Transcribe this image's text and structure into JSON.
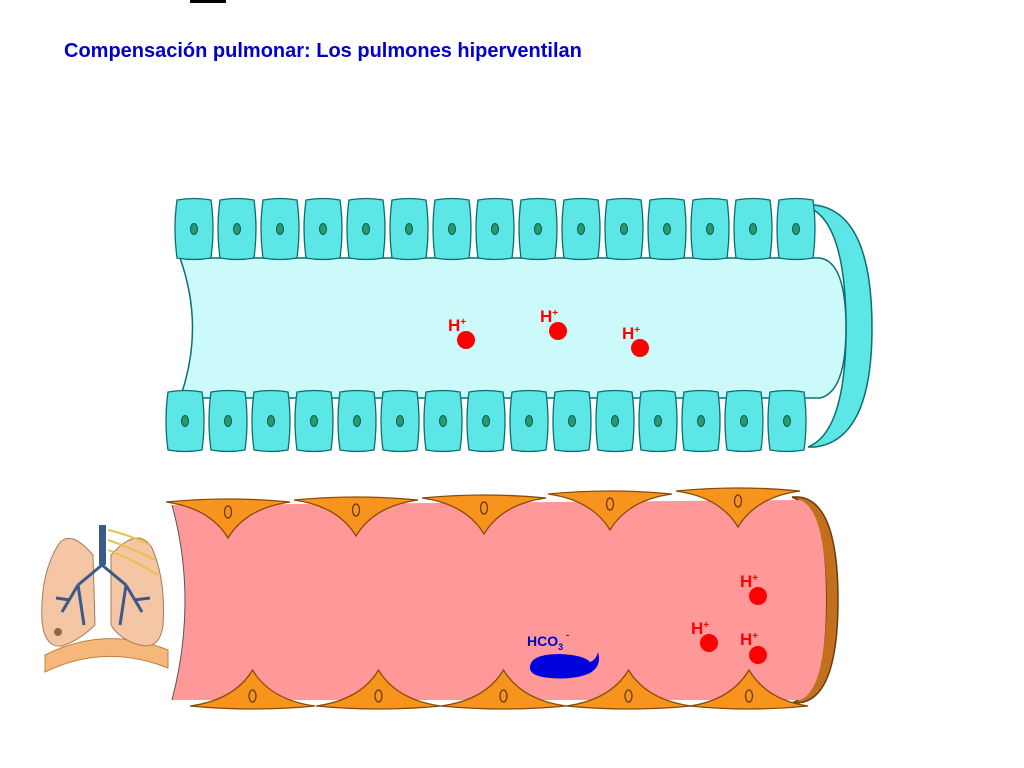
{
  "title": "Compensación pulmonar: Los pulmones hiperventilan",
  "ion_symbol": "H",
  "ion_charge": "+",
  "bicarbonate": {
    "base": "HCO",
    "subscript": "3",
    "charge": "-"
  },
  "colors": {
    "title": "#0000cc",
    "alveolar_cell": "#5ce6e6",
    "alveolar_lumen": "#ccfafa",
    "blood_plasma": "#ff9999",
    "endothelial_cell": "#f7941d",
    "hydrogen_ion": "#ff0000",
    "bicarbonate": "#0000cc"
  },
  "icons": [
    "lungs-icon",
    "hydrogen-ion",
    "bicarbonate-ion"
  ]
}
